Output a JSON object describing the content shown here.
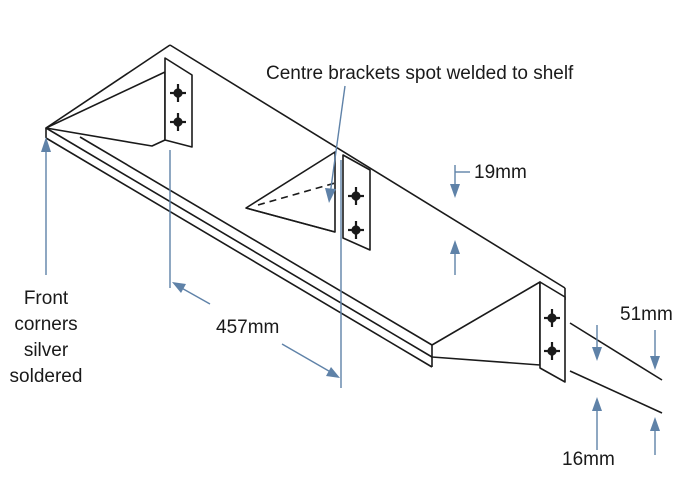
{
  "labels": {
    "centre_brackets": "Centre brackets spot welded to shelf",
    "front_corners": [
      "Front",
      "corners",
      "silver",
      "soldered"
    ],
    "dim_lip": "19mm",
    "dim_bracket_spacing": "457mm",
    "dim_depth": "51mm",
    "dim_thickness": "16mm"
  },
  "colors": {
    "outline": "#1a1a1a",
    "dimension": "#5f82a8",
    "screw": "#1a1a1a"
  }
}
